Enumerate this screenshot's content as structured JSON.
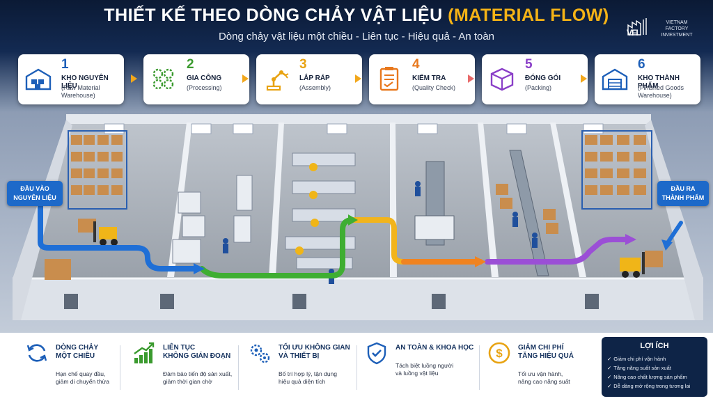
{
  "header": {
    "title_main": "THIẾT KẾ THEO DÒNG CHẢY VẬT LIỆU",
    "title_accent": "(MATERIAL FLOW)",
    "subtitle": "Dòng chảy vật liệu một chiều - Liên tục - Hiệu quả - An toàn",
    "logo": {
      "mark": "VFI",
      "line1": "VIETNAM",
      "line2": "FACTORY",
      "line3": "INVESTMENT"
    }
  },
  "steps": [
    {
      "num": "1",
      "name": "KHO NGUYÊN LIỆU",
      "sub": "(Raw Material Warehouse)",
      "icon": "warehouse-icon",
      "color": "#1d5fb8"
    },
    {
      "num": "2",
      "name": "GIA CÔNG",
      "sub": "(Processing)",
      "icon": "gears-icon",
      "color": "#3a9a2e"
    },
    {
      "num": "3",
      "name": "LẮP RÁP",
      "sub": "(Assembly)",
      "icon": "robot-arm-icon",
      "color": "#e8a312"
    },
    {
      "num": "4",
      "name": "KIỂM TRA",
      "sub": "(Quality Check)",
      "icon": "clipboard-check-icon",
      "color": "#e8781d"
    },
    {
      "num": "5",
      "name": "ĐÓNG GÓI",
      "sub": "(Packing)",
      "icon": "box-icon",
      "color": "#8a3fc8"
    },
    {
      "num": "6",
      "name": "KHO THÀNH PHẨM",
      "sub": "(Finished Goods Warehouse)",
      "icon": "warehouse-icon",
      "color": "#1d5fb8"
    }
  ],
  "floor": {
    "input_label": "ĐẦU VÀO NGUYÊN LIỆU",
    "output_label": "ĐẦU RA THÀNH PHẨM",
    "flow_colors": [
      "#1f6fd6",
      "#3fae32",
      "#f2b41c",
      "#f08320",
      "#9b4fd6",
      "#1f6fd6"
    ]
  },
  "features": [
    {
      "title1": "DÒNG CHẢY",
      "title2": "MỘT CHIỀU",
      "desc1": "Hạn chế quay đầu,",
      "desc2": "giảm di chuyển thừa",
      "icon": "cycle-arrows-icon"
    },
    {
      "title1": "LIÊN TỤC",
      "title2": "KHÔNG GIÁN ĐOẠN",
      "desc1": "Đảm bảo tiến độ sản xuất,",
      "desc2": "giảm thời gian chờ",
      "icon": "growth-chart-icon"
    },
    {
      "title1": "TỐI ƯU KHÔNG GIAN",
      "title2": "VÀ THIẾT BỊ",
      "desc1": "Bố trí hợp lý, tận dụng",
      "desc2": "hiệu quả diện tích",
      "icon": "gears-icon"
    },
    {
      "title1": "AN TOÀN & KHOA HỌC",
      "title2": "",
      "desc1": "Tách biệt luồng người",
      "desc2": "và luồng vật liệu",
      "icon": "shield-check-icon"
    },
    {
      "title1": "GIẢM CHI PHÍ",
      "title2": "TĂNG HIỆU QUẢ",
      "desc1": "Tối ưu vận hành,",
      "desc2": "nâng cao năng suất",
      "icon": "dollar-coin-icon"
    }
  ],
  "benefits": {
    "title": "LỢI ÍCH",
    "items": [
      "Giảm chi phí vận hành",
      "Tăng năng suất sản xuất",
      "Nâng cao chất lượng sản phẩm",
      "Dễ dàng mở rộng trong tương lai"
    ]
  }
}
